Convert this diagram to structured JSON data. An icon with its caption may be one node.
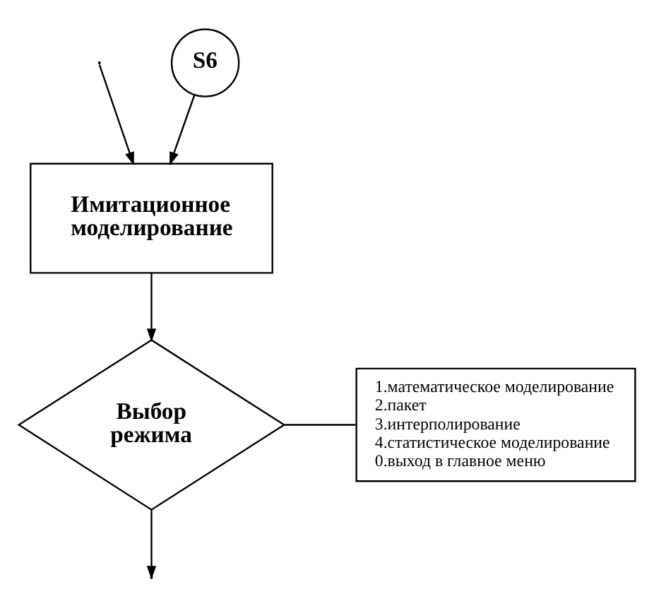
{
  "diagram": {
    "nodes": [
      {
        "text": [
          "S6"
        ]
      },
      {
        "text": [
          "Имитационное моделирование"
        ]
      },
      {
        "text": [
          "Выбор режима"
        ]
      },
      {
        "text": [
          "1.математическое моделирование",
          "2.пакет",
          "3.интерполирование",
          "4.статистическое моделирование",
          "0.выход в главное меню"
        ]
      }
    ],
    "edges": [
      {
        "from": null,
        "to": 1,
        "arrow": "to"
      },
      {
        "from": 0,
        "to": 1,
        "arrow": "to"
      },
      {
        "from": 1,
        "to": 2,
        "arrow": "to"
      },
      {
        "from": 2,
        "to": 3,
        "arrow": "none"
      },
      {
        "from": 2,
        "to": null,
        "arrow": "to"
      }
    ]
  }
}
